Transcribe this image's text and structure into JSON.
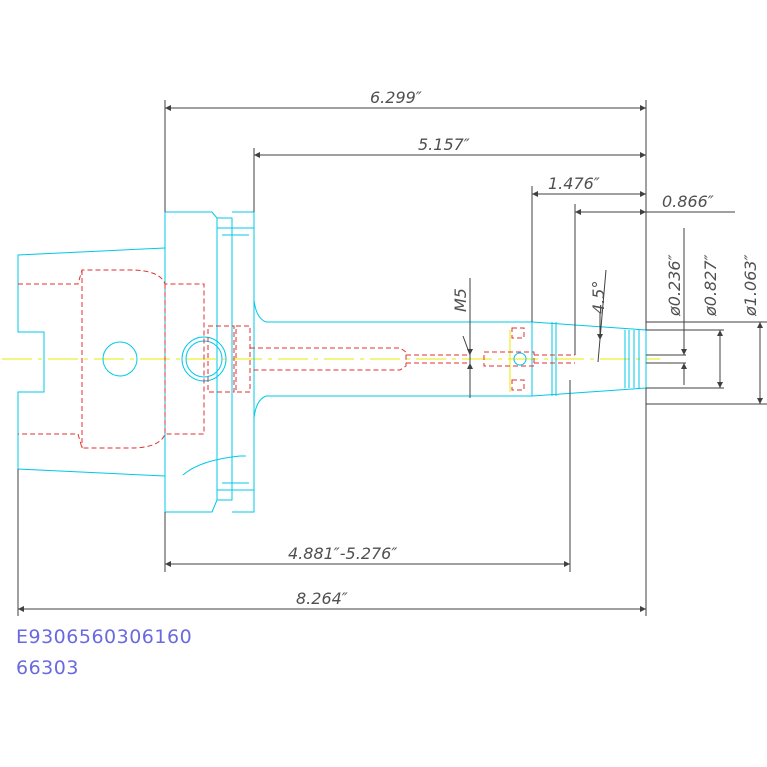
{
  "dimensions": {
    "overall_length": "8.264″",
    "flange_to_tip": "6.299″",
    "shank_length": "5.157″",
    "nose_length": "1.476″",
    "taper_length": "0.866″",
    "clamping_range": "4.881″-5.276″",
    "bore_diameter": "ø0.236″",
    "nose_diameter": "ø0.827″",
    "body_diameter": "ø1.063″",
    "taper_angle": "4.5°",
    "thread": "M5"
  },
  "part_number": "E9306560306160",
  "item_number": "66303",
  "colors": {
    "outline": "#00c8e8",
    "hidden": "#e03030",
    "dimension": "#404040",
    "centerline": "#e8e800",
    "code_text": "#6a6ae0"
  }
}
